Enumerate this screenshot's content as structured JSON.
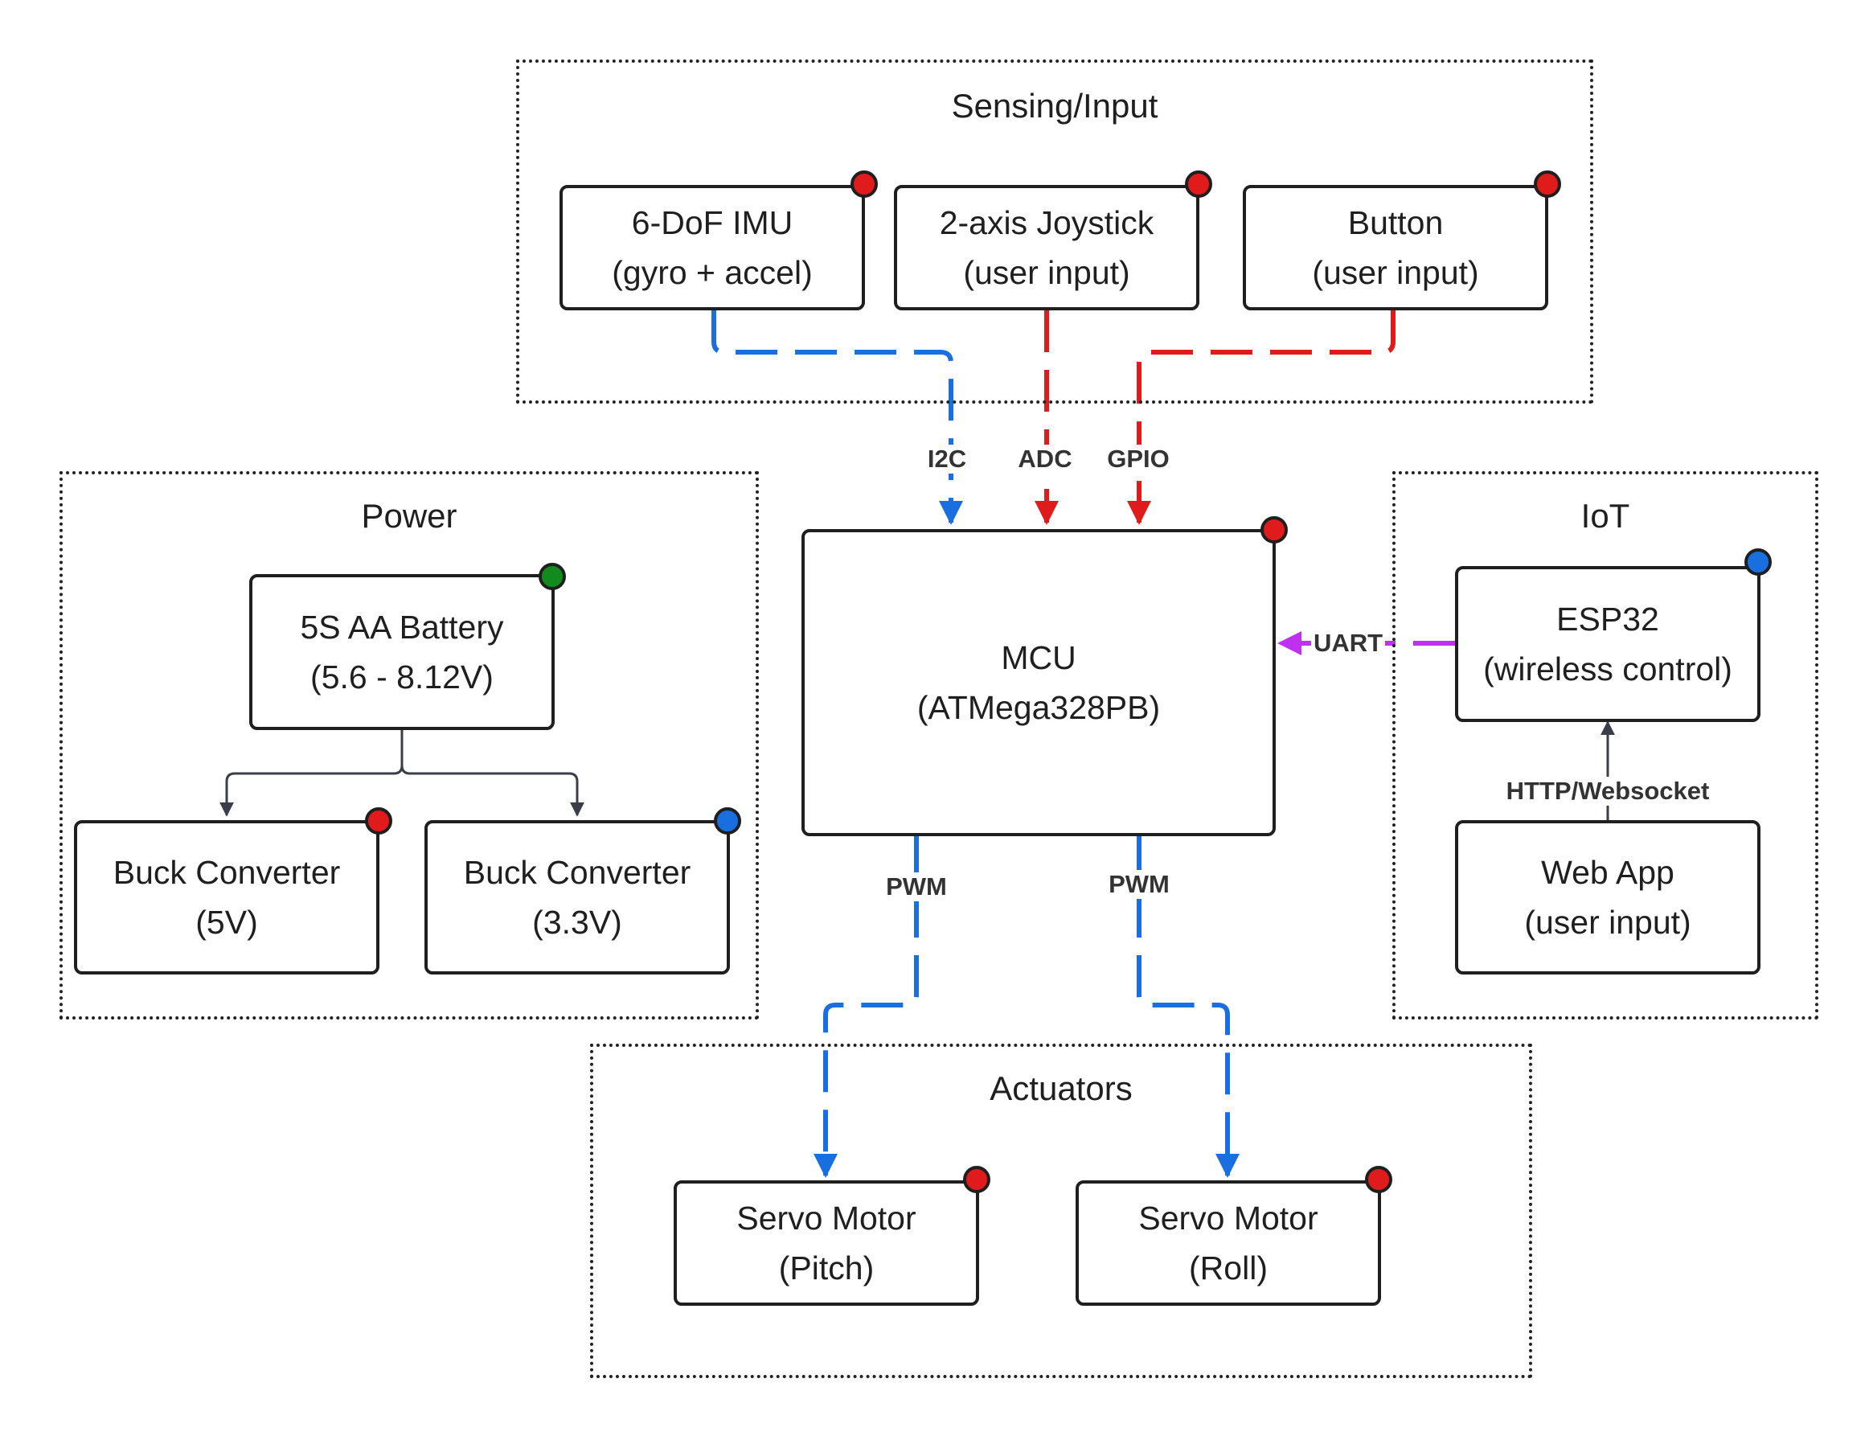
{
  "groups": {
    "sensing": {
      "title": "Sensing/Input"
    },
    "power": {
      "title": "Power"
    },
    "iot": {
      "title": "IoT"
    },
    "actuators": {
      "title": "Actuators"
    }
  },
  "nodes": {
    "imu": {
      "line1": "6-DoF IMU",
      "line2": "(gyro + accel)",
      "status": "red"
    },
    "joystick": {
      "line1": "2-axis Joystick",
      "line2": "(user input)",
      "status": "red"
    },
    "button": {
      "line1": "Button",
      "line2": "(user input)",
      "status": "red"
    },
    "mcu": {
      "line1": "MCU",
      "line2": "(ATMega328PB)",
      "status": "red"
    },
    "battery": {
      "line1": "5S AA Battery",
      "line2": "(5.6 - 8.12V)",
      "status": "green"
    },
    "buck5": {
      "line1": "Buck Converter",
      "line2": "(5V)",
      "status": "red"
    },
    "buck33": {
      "line1": "Buck Converter",
      "line2": "(3.3V)",
      "status": "blue"
    },
    "esp32": {
      "line1": "ESP32",
      "line2": "(wireless control)",
      "status": "blue"
    },
    "webapp": {
      "line1": "Web App",
      "line2": "(user input)"
    },
    "servo_pitch": {
      "line1": "Servo Motor",
      "line2": "(Pitch)",
      "status": "red"
    },
    "servo_roll": {
      "line1": "Servo Motor",
      "line2": "(Roll)",
      "status": "red"
    }
  },
  "edges": {
    "i2c": {
      "label": "I2C",
      "color": "#1a6fe0"
    },
    "adc": {
      "label": "ADC",
      "color": "#e01b1b"
    },
    "gpio": {
      "label": "GPIO",
      "color": "#e01b1b"
    },
    "uart": {
      "label": "UART",
      "color": "#c030f0"
    },
    "http": {
      "label": "HTTP/Websocket",
      "color": "#3a3f47"
    },
    "pwm_pitch": {
      "label": "PWM",
      "color": "#1a6fe0"
    },
    "pwm_roll": {
      "label": "PWM",
      "color": "#1a6fe0"
    },
    "power_split": {
      "color": "#3a3f47"
    }
  },
  "status_colors": {
    "red": "#e01b1b",
    "green": "#138a1e",
    "blue": "#1a6fe0"
  }
}
